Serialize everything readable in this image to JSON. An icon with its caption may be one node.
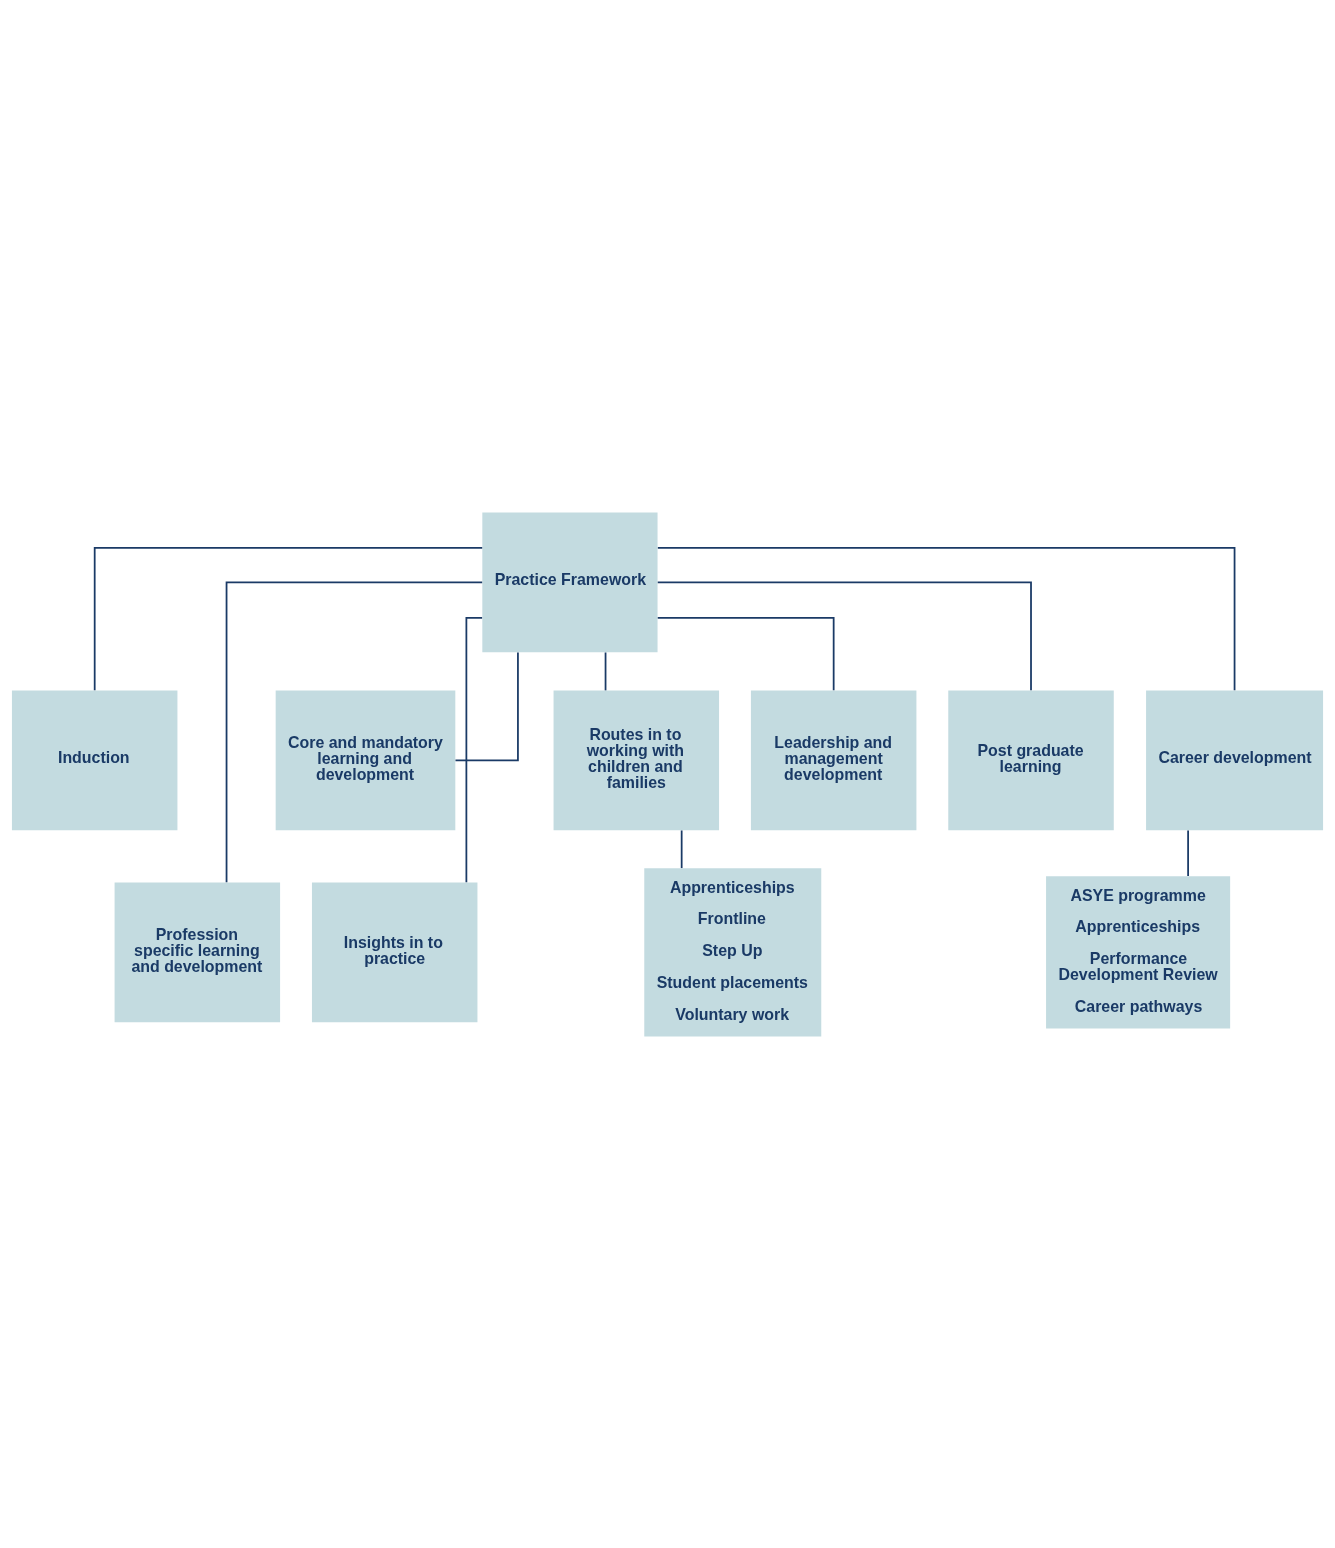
{
  "diagram": {
    "nodes": [
      {
        "text": [
          "Practice Framework"
        ]
      },
      {
        "text": [
          "Induction"
        ]
      },
      {
        "text": [
          "Core and mandatory learning and development"
        ]
      },
      {
        "text": [
          "Profession specific learning and development"
        ]
      },
      {
        "text": [
          "Insights in to practice"
        ]
      },
      {
        "text": [
          "Routes in to working with children and families"
        ]
      },
      {
        "text": [
          "Leadership and management development"
        ]
      },
      {
        "text": [
          "Post graduate learning"
        ]
      },
      {
        "text": [
          "Career development"
        ]
      },
      {
        "text": [
          "Apprenticeships",
          "Frontline",
          "Step Up",
          "Student placements",
          "Voluntary work"
        ]
      },
      {
        "text": [
          "ASYE programme",
          "Apprenticeships",
          "Performance Development Review",
          "Career pathways"
        ]
      }
    ],
    "edges": [
      {
        "from": 0,
        "to": 1,
        "arrow": "none"
      },
      {
        "from": 0,
        "to": 2,
        "arrow": "none"
      },
      {
        "from": 0,
        "to": 3,
        "arrow": "none"
      },
      {
        "from": 0,
        "to": 4,
        "arrow": "none"
      },
      {
        "from": 0,
        "to": 5,
        "arrow": "none"
      },
      {
        "from": 0,
        "to": 6,
        "arrow": "none"
      },
      {
        "from": 0,
        "to": 7,
        "arrow": "none"
      },
      {
        "from": 0,
        "to": 8,
        "arrow": "none"
      },
      {
        "from": 5,
        "to": 9,
        "arrow": "none"
      },
      {
        "from": 8,
        "to": 10,
        "arrow": "none"
      }
    ]
  }
}
